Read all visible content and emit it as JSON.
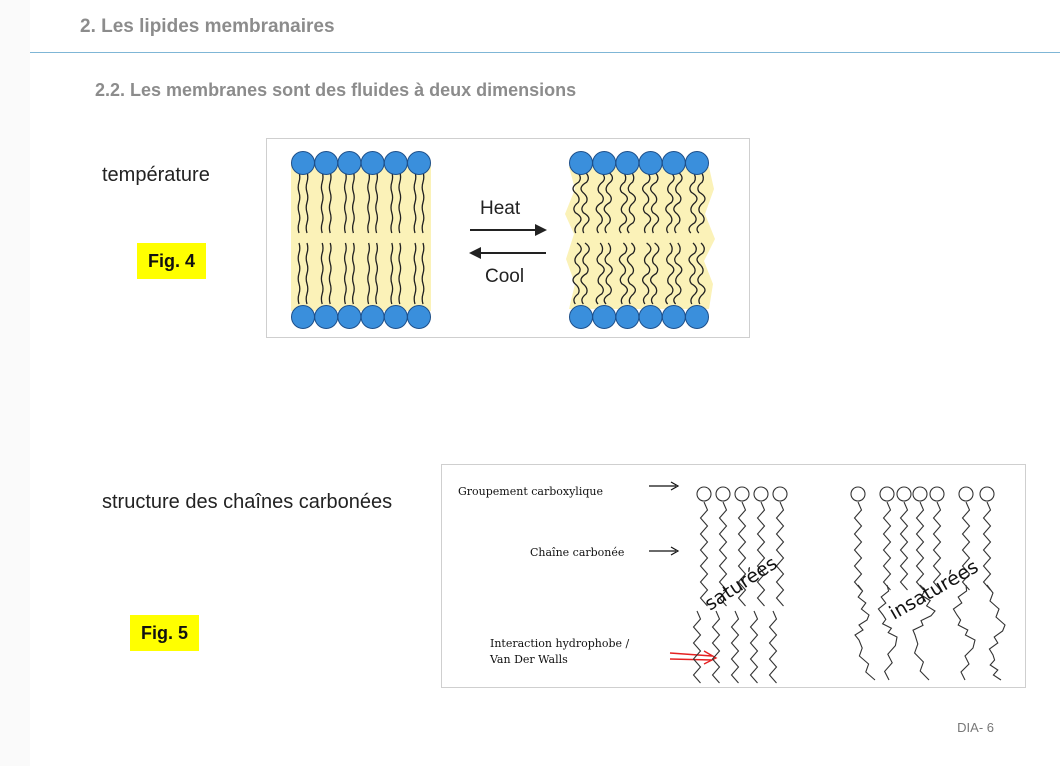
{
  "header": {
    "title": "2. Les lipides membranaires"
  },
  "subtitle": "2.2. Les membranes sont des fluides à deux dimensions",
  "section1": {
    "label": "température",
    "fig": "Fig. 4",
    "heat": "Heat",
    "cool": "Cool"
  },
  "section2": {
    "label": "structure des chaînes carbonées",
    "fig": "Fig. 5",
    "annotations": {
      "carboxyl": "Groupement carboxylique",
      "chain": "Chaîne carbonée",
      "interaction1": "Interaction hydrophobe /",
      "interaction2": "Van Der Walls"
    },
    "saturated": "saturées",
    "unsaturated": "insaturées"
  },
  "footer": {
    "slide_number": "DIA- 6"
  },
  "colors": {
    "head": "#3a8fdc",
    "tail_fill": "#fbf2b8",
    "rule": "#7fb6d6",
    "badge": "#ffff00",
    "arrow_red": "#e52222"
  }
}
